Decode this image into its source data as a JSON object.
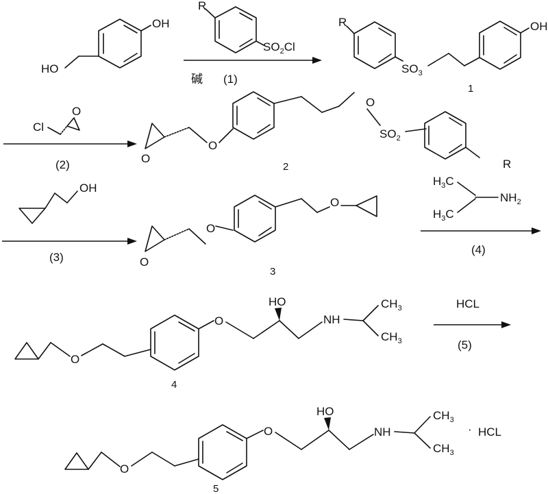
{
  "atoms": {
    "OH": "OH",
    "HO": "HO",
    "O": "O",
    "R": "R",
    "Cl": "Cl",
    "NH": "NH",
    "NH2_main": "NH",
    "NH2_sub": "2",
    "CH3_main": "CH",
    "CH3_sub": "3",
    "H3C_main": "H",
    "H3C_sub": "3",
    "H3C_C": "C",
    "SO2Cl_main": "SO",
    "SO2Cl_sub": "2",
    "SO2Cl_tail": "Cl",
    "SO3_main": "SO",
    "SO3_sub": "3",
    "SO2_main": "SO",
    "SO2_sub": "2",
    "HCl_salt": "HCL",
    "salt_dot": "·"
  },
  "steps": [
    {
      "label": "(1)",
      "reagent": "碱"
    },
    {
      "label": "(2)"
    },
    {
      "label": "(3)"
    },
    {
      "label": "(4)"
    },
    {
      "label": "(5)",
      "reagent": "HCL"
    }
  ],
  "compounds": [
    "1",
    "2",
    "3",
    "4",
    "5"
  ]
}
